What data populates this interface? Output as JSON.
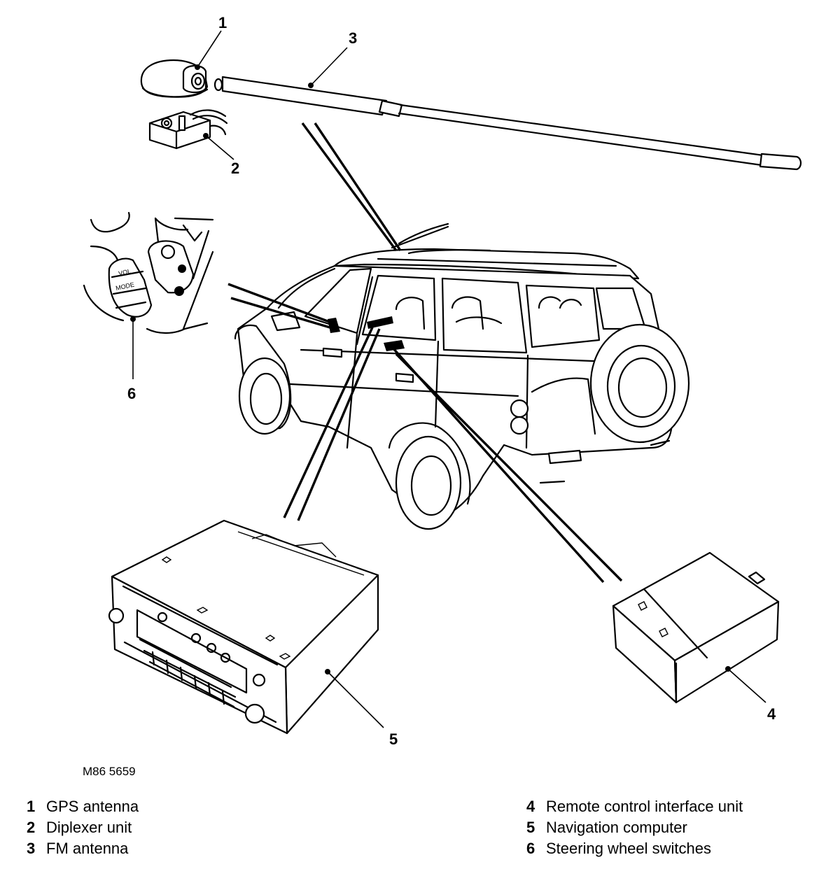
{
  "callouts": {
    "c1": "1",
    "c2": "2",
    "c3": "3",
    "c4": "4",
    "c5": "5",
    "c6": "6"
  },
  "figure_ref": "M86 5659",
  "switch_labels": {
    "vol": "VOL",
    "mode": "MODE"
  },
  "legend": {
    "left": [
      {
        "num": "1",
        "text": "GPS antenna"
      },
      {
        "num": "2",
        "text": "Diplexer unit"
      },
      {
        "num": "3",
        "text": "FM antenna"
      }
    ],
    "right": [
      {
        "num": "4",
        "text": "Remote control interface unit"
      },
      {
        "num": "5",
        "text": "Navigation computer"
      },
      {
        "num": "6",
        "text": "Steering wheel switches"
      }
    ]
  }
}
